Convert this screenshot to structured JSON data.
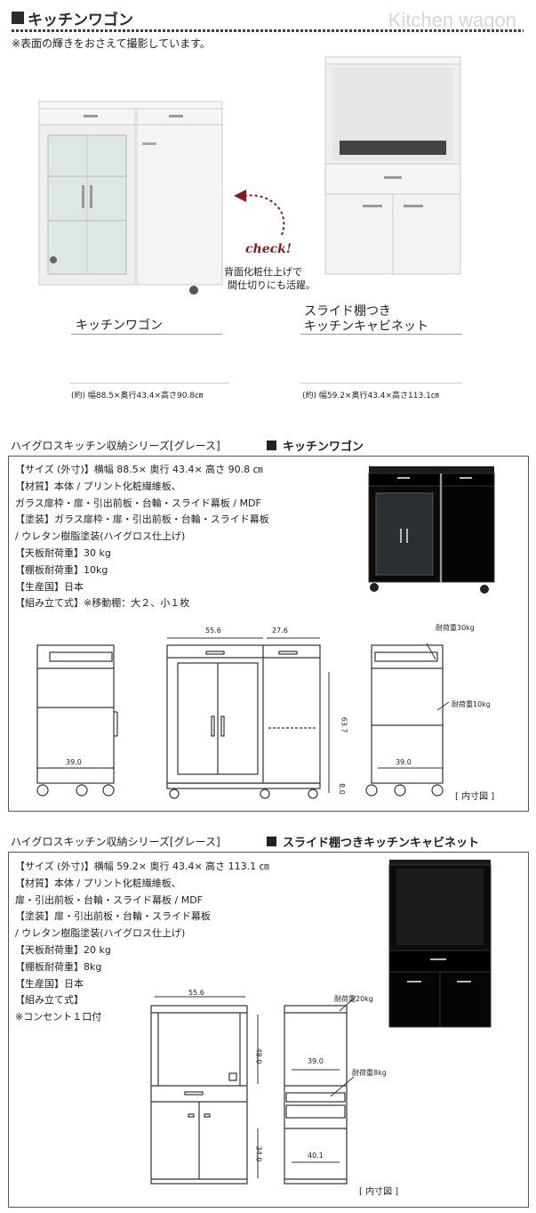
{
  "header": {
    "title": "キッチンワゴン",
    "title_en": "Kitchen wagon",
    "note": "※表面の輝きをおさえて撮影しています。"
  },
  "top_products": [
    {
      "name": "キッチンワゴン",
      "dims": "(約) 幅88.5×奥行43.4×高さ90.8㎝"
    },
    {
      "name_line1": "スライド棚つき",
      "name_line2": "キッチンキャビネット",
      "dims": "(約) 幅59.2×奥行43.4×高さ113.1㎝"
    }
  ],
  "check": {
    "label": "check!",
    "line1": "背面化粧仕上げで",
    "line2": "間仕切りにも活躍。"
  },
  "section1": {
    "series": "ハイグロスキッチン収納シリーズ[グレース]",
    "name": "キッチンワゴン",
    "specs": [
      "【サイズ (外寸)】横幅 88.5× 奥行 43.4× 高さ 90.8 ㎝",
      "【材質】本体 / プリント化粧繊維板、",
      "ガラス扉枠・扉・引出前板・台輪・スライド幕板 / MDF",
      "【塗装】ガラス扉枠・扉・引出前板・台輪・スライド幕板",
      "/ ウレタン樹脂塗装(ハイグロス仕上げ)",
      "【天板耐荷重】30 kg",
      "【棚板耐荷重】10kg",
      "【生産国】日本",
      "【組み立て式】※移動棚：大２、小１枚"
    ],
    "dims": {
      "d1": "55.6",
      "d2": "27.6",
      "d3": "39.0",
      "d4": "63.7",
      "d5": "8.0",
      "d6": "39.0",
      "load_top": "耐荷重30kg",
      "load_shelf": "耐荷重10kg"
    },
    "caption": "[ 内寸図 ]"
  },
  "section2": {
    "series": "ハイグロスキッチン収納シリーズ[グレース]",
    "name": "スライド棚つきキッチンキャビネット",
    "specs": [
      "【サイズ (外寸)】横幅 59.2× 奥行 43.4× 高さ 113.1 ㎝",
      "【材質】本体 / プリント化粧繊維板、",
      "扉・引出前板・台輪・スライド幕板 / MDF",
      "【塗装】扉・引出前板・台輪・スライド幕板",
      "/ ウレタン樹脂塗装(ハイグロス仕上げ)",
      "【天板耐荷重】20 kg",
      "【棚板耐荷重】8kg",
      "【生産国】日本",
      "【組み立て式】",
      "※コンセント１口付"
    ],
    "dims": {
      "d1": "55.6",
      "d2": "48.0",
      "d3": "39.0",
      "d4": "34.0",
      "d5": "40.1",
      "load_top": "耐荷重20kg",
      "load_shelf": "耐荷重8kg"
    },
    "caption": "[ 内寸図 ]"
  }
}
